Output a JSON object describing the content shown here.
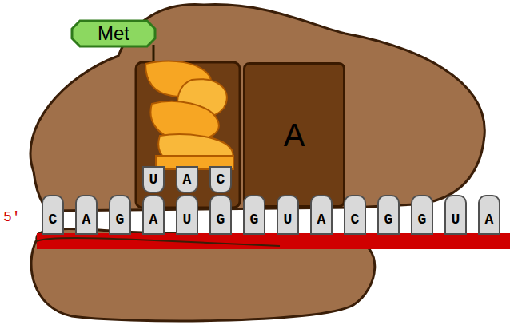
{
  "diagram": {
    "nodes": [
      {
        "text": [
          "Met"
        ]
      },
      {
        "text": [
          "A"
        ]
      },
      {
        "text": [
          "U"
        ]
      },
      {
        "text": [
          "A"
        ]
      },
      {
        "text": [
          "C"
        ]
      },
      {
        "text": [
          "C"
        ]
      },
      {
        "text": [
          "A"
        ]
      },
      {
        "text": [
          "G"
        ]
      },
      {
        "text": [
          "A"
        ]
      },
      {
        "text": [
          "U"
        ]
      },
      {
        "text": [
          "G"
        ]
      },
      {
        "text": [
          "G"
        ]
      },
      {
        "text": [
          "U"
        ]
      },
      {
        "text": [
          "A"
        ]
      },
      {
        "text": [
          "C"
        ]
      },
      {
        "text": [
          "G"
        ]
      },
      {
        "text": [
          "G"
        ]
      },
      {
        "text": [
          "U"
        ]
      },
      {
        "text": [
          "A"
        ]
      }
    ],
    "labels": [
      "5'"
    ]
  }
}
